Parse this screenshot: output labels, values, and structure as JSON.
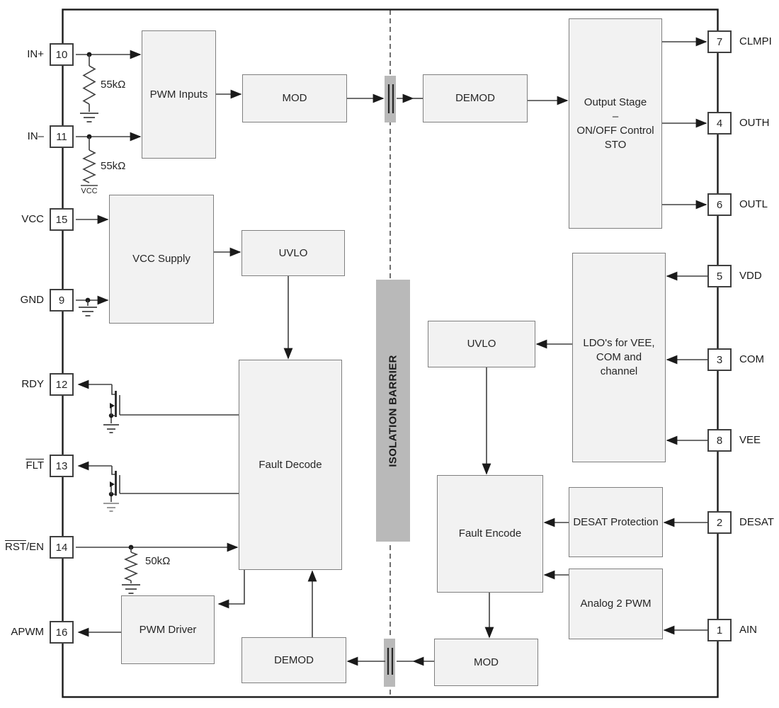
{
  "colors": {
    "block_fill": "#f2f2f2",
    "block_border": "#7f7f7f",
    "barrier_fill": "#b9b9b9",
    "wire": "#404040",
    "text": "#262626"
  },
  "pins": {
    "left": [
      {
        "number": "10",
        "label": "IN+"
      },
      {
        "number": "11",
        "label": "IN–"
      },
      {
        "number": "15",
        "label": "VCC"
      },
      {
        "number": "9",
        "label": "GND"
      },
      {
        "number": "12",
        "label": "RDY"
      },
      {
        "number": "13",
        "label": "FLT"
      },
      {
        "number": "14",
        "label_over": "RST",
        "label_rest": "/EN"
      },
      {
        "number": "16",
        "label": "APWM"
      }
    ],
    "right": [
      {
        "number": "7",
        "label": "CLMPI"
      },
      {
        "number": "4",
        "label": "OUTH"
      },
      {
        "number": "6",
        "label": "OUTL"
      },
      {
        "number": "5",
        "label": "VDD"
      },
      {
        "number": "3",
        "label": "COM"
      },
      {
        "number": "8",
        "label": "VEE"
      },
      {
        "number": "2",
        "label": "DESAT"
      },
      {
        "number": "1",
        "label": "AIN"
      }
    ]
  },
  "blocks": {
    "pwm_inputs": "PWM Inputs",
    "mod_top": "MOD",
    "demod_top": "DEMOD",
    "output_stage": {
      "lines": [
        "Output Stage",
        "–",
        "ON/OFF Control",
        "STO"
      ]
    },
    "vcc_supply": "VCC Supply",
    "uvlo_left": "UVLO",
    "fault_decode": "Fault Decode",
    "uvlo_right": "UVLO",
    "ldo": "LDO's for VEE, COM and channel",
    "fault_encode": "Fault Encode",
    "desat_protection": "DESAT Protection",
    "analog_2_pwm": "Analog 2 PWM",
    "pwm_driver": "PWM Driver",
    "demod_bottom": "DEMOD",
    "mod_bottom": "MOD"
  },
  "annotations": {
    "isolation_barrier": "ISOLATION BARRIER",
    "resistor_in_plus": "55kΩ",
    "resistor_in_minus": "55kΩ",
    "resistor_rst": "50kΩ",
    "vcc_rail": "VCC"
  }
}
